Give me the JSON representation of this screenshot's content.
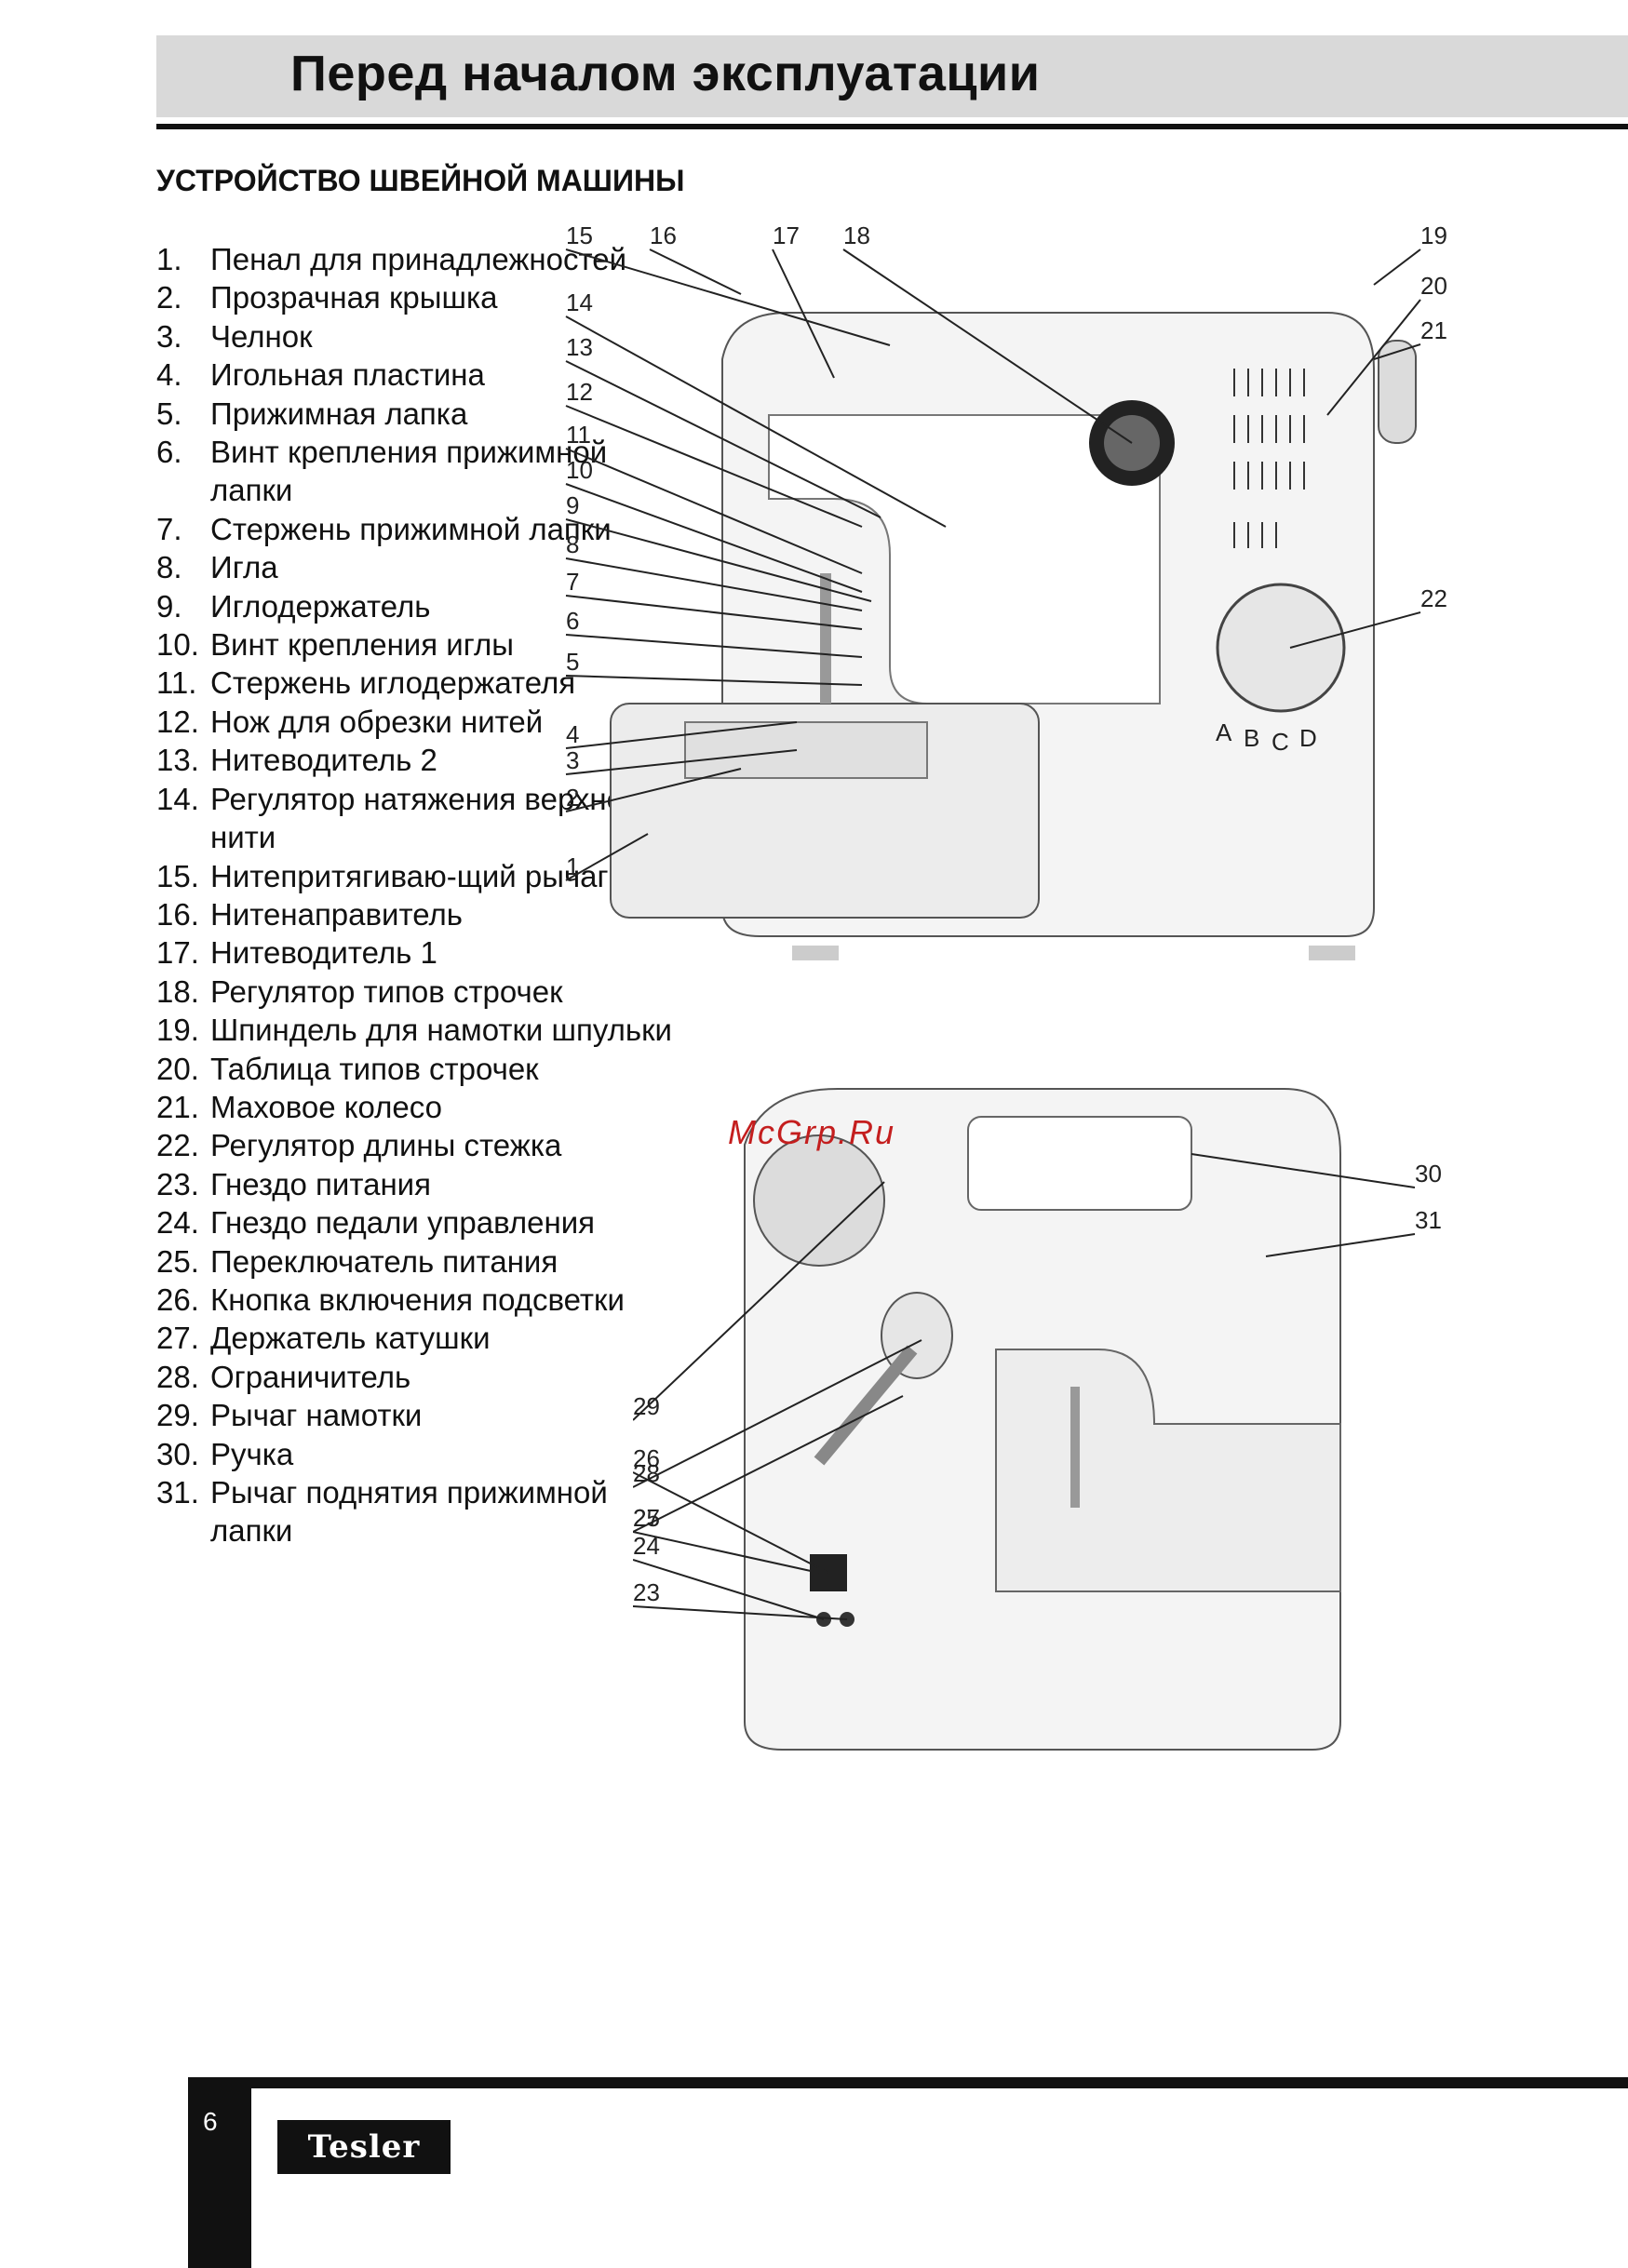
{
  "header": {
    "title": "Перед началом эксплуатации"
  },
  "section": {
    "title": "УСТРОЙСТВО ШВЕЙНОЙ МАШИНЫ"
  },
  "parts": [
    {
      "num": "1.",
      "label": "Пенал для принадлежностей"
    },
    {
      "num": "2.",
      "label": "Прозрачная крышка"
    },
    {
      "num": "3.",
      "label": "Челнок"
    },
    {
      "num": "4.",
      "label": "Игольная пластина"
    },
    {
      "num": "5.",
      "label": "Прижимная лапка"
    },
    {
      "num": "6.",
      "label": "Винт крепления прижимной лапки"
    },
    {
      "num": "7.",
      "label": "Стержень прижимной лапки"
    },
    {
      "num": "8.",
      "label": "Игла"
    },
    {
      "num": "9.",
      "label": "Иглодержатель"
    },
    {
      "num": "10.",
      "label": "Винт крепления иглы"
    },
    {
      "num": "11.",
      "label": "Стержень иглодержателя"
    },
    {
      "num": "12.",
      "label": "Нож для обрезки нитей"
    },
    {
      "num": "13.",
      "label": "Нитеводитель 2"
    },
    {
      "num": "14.",
      "label": "Регулятор натяжения верхней нити"
    },
    {
      "num": "15.",
      "label": "Нитепритягиваю-щий рычаг"
    },
    {
      "num": "16.",
      "label": "Нитенаправитель"
    },
    {
      "num": "17.",
      "label": "Нитеводитель 1"
    },
    {
      "num": "18.",
      "label": "Регулятор типов строчек"
    },
    {
      "num": "19.",
      "label": "Шпиндель для намотки шпульки"
    },
    {
      "num": "20.",
      "label": "Таблица типов строчек"
    },
    {
      "num": "21.",
      "label": "Маховое колесо"
    },
    {
      "num": "22.",
      "label": "Регулятор длины стежка"
    },
    {
      "num": "23.",
      "label": "Гнездо питания"
    },
    {
      "num": "24.",
      "label": "Гнездо педали управления"
    },
    {
      "num": "25.",
      "label": "Переключатель питания"
    },
    {
      "num": "26.",
      "label": "Кнопка включения подсветки"
    },
    {
      "num": "27.",
      "label": "Держатель катушки"
    },
    {
      "num": "28.",
      "label": "Ограничитель"
    },
    {
      "num": "29.",
      "label": "Рычаг намотки"
    },
    {
      "num": "30.",
      "label": "Ручка"
    },
    {
      "num": "31.",
      "label": "Рычаг поднятия прижимной лапки"
    }
  ],
  "figure_front": {
    "callouts": [
      "15",
      "16",
      "17",
      "18",
      "19",
      "20",
      "21",
      "14",
      "13",
      "12",
      "11",
      "10",
      "9",
      "8",
      "7",
      "6",
      "5",
      "4",
      "3",
      "2",
      "1",
      "22"
    ],
    "dial_letters": [
      "A",
      "B",
      "C",
      "D"
    ]
  },
  "figure_back": {
    "callouts": [
      "30",
      "31",
      "29",
      "28",
      "27",
      "26",
      "25",
      "24",
      "23"
    ]
  },
  "watermark": "McGrp.Ru",
  "footer": {
    "page_number": "6",
    "logo": "Tesler"
  }
}
